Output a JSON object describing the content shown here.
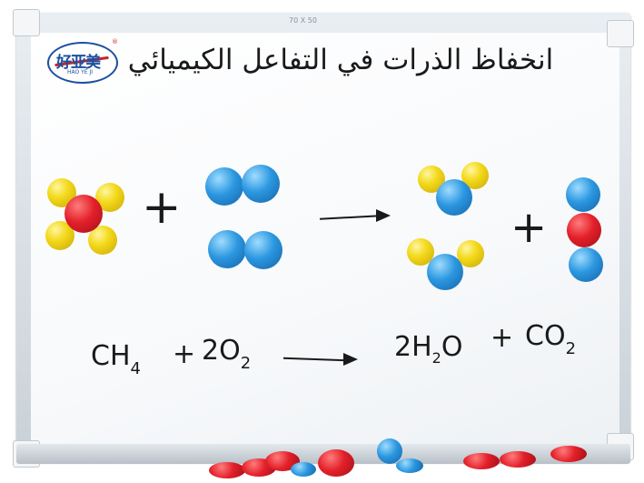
{
  "board": {
    "size_label": "70 X 50",
    "logo": {
      "main": "好亚美",
      "sub": "HAO YE JI",
      "mark": "®"
    },
    "title": "انخفاظ الذرات في التفاعل الكيميائي"
  },
  "colors": {
    "carbon": "#e3202a",
    "hydrogen": "#f3d91a",
    "oxygen": "#2b97e0"
  },
  "diagram": {
    "plus_1": "+",
    "plus_2": "+",
    "arrow": "→"
  },
  "equation": {
    "ch4": "CH",
    "ch4_sub": "4",
    "plus_1": "+",
    "o2_coef": "2O",
    "o2_sub": "2",
    "h2o_coef": "2H",
    "h2o_sub": "2",
    "h2o_tail": "O",
    "plus_2": "+",
    "co2": "CO",
    "co2_sub": "2"
  }
}
